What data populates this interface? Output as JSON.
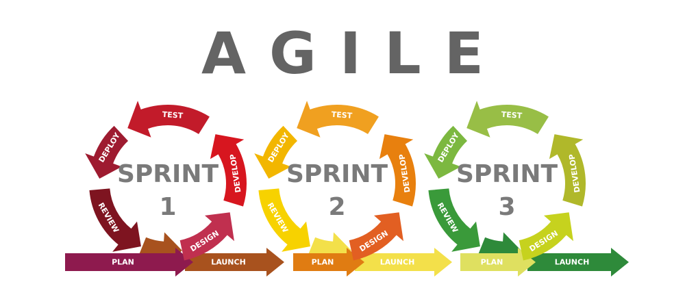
{
  "title": "AGILE",
  "sprints": [
    {
      "label": "SPRINT",
      "number": "1",
      "stages": {
        "design": "DESIGN",
        "develop": "DEVELOP",
        "test": "TEST",
        "deploy": "DEPLOY",
        "review": "REVIEW",
        "plan": "PLAN",
        "launch": "LAUNCH"
      },
      "colors": {
        "design": "#c0304f",
        "develop": "#d7161f",
        "test": "#c21b2a",
        "deploy": "#9e1b30",
        "review": "#7e1420",
        "plan": "#8e1a4e",
        "launch": "#a8521e"
      }
    },
    {
      "label": "SPRINT",
      "number": "2",
      "stages": {
        "design": "DESIGN",
        "develop": "DEVELOP",
        "test": "TEST",
        "deploy": "DEPLOY",
        "review": "REVIEW",
        "plan": "PLAN",
        "launch": "LAUNCH"
      },
      "colors": {
        "design": "#e25f22",
        "develop": "#e8800e",
        "test": "#f0a020",
        "deploy": "#f2b600",
        "review": "#f7d200",
        "plan": "#e07c12",
        "launch": "#f3e04a"
      }
    },
    {
      "label": "SPRINT",
      "number": "3",
      "stages": {
        "design": "DESIGN",
        "develop": "DEVELOP",
        "test": "TEST",
        "deploy": "DEPLOY",
        "review": "REVIEW",
        "plan": "PLAN",
        "launch": "LAUNCH"
      },
      "colors": {
        "design": "#c6d21e",
        "develop": "#b0b82a",
        "test": "#98be46",
        "deploy": "#7cb840",
        "review": "#3a9a3a",
        "plan": "#dfe060",
        "launch": "#2e8a3a"
      }
    }
  ]
}
